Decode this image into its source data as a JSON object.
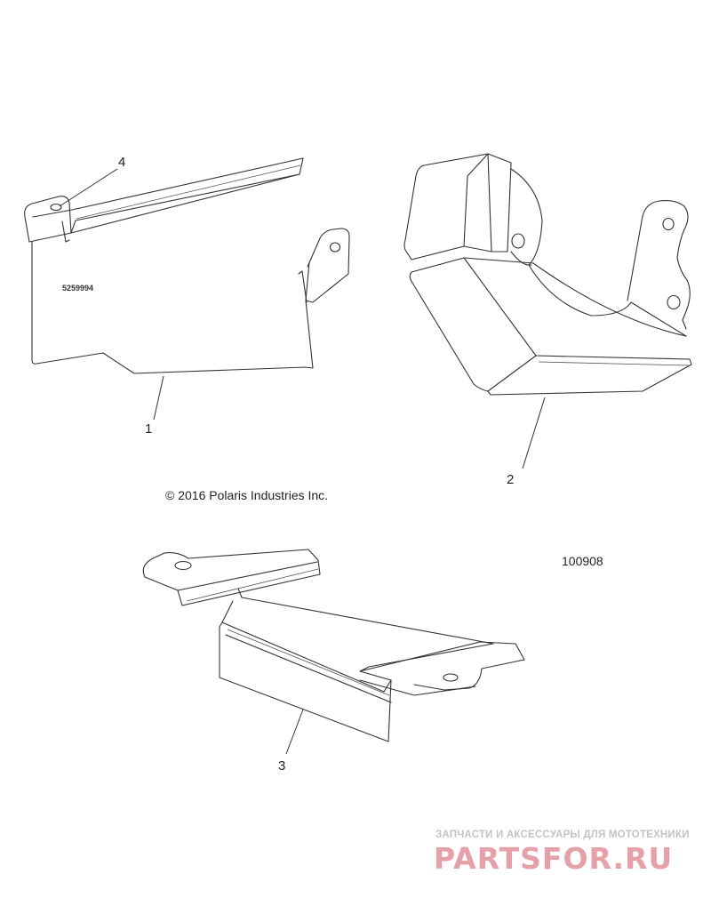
{
  "callouts": {
    "c1": "1",
    "c2": "2",
    "c3": "3",
    "c4": "4"
  },
  "part_label": "5259994",
  "copyright": "© 2016 Polaris Industries Inc.",
  "drawing_number": "100908",
  "watermark": {
    "tagline": "ЗАПЧАСТИ И АКСЕССУАРЫ ДЛЯ МОТОТЕХНИКИ",
    "brand": "PARTSFOR.RU"
  }
}
